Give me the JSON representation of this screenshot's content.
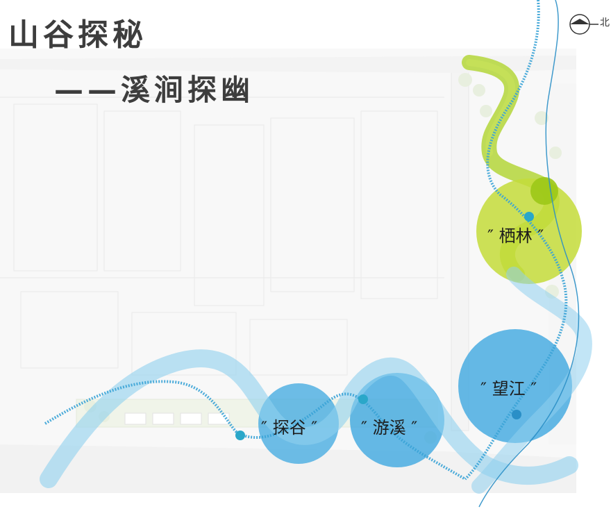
{
  "title": {
    "main": "山谷探秘",
    "sub": "——溪涧探幽"
  },
  "compass": {
    "label": "北",
    "icon": "north-arrow-icon"
  },
  "zones": [
    {
      "id": "qilin",
      "label": "″ 栖林 ″",
      "color": "#c4dc3a"
    },
    {
      "id": "wangjiang",
      "label": "″ 望江 ″",
      "color": "#3ea8e0"
    },
    {
      "id": "youxi",
      "label": "″ 游溪 ″",
      "color": "#3ea8e0"
    },
    {
      "id": "tangu",
      "label": "″ 探谷 ″",
      "color": "#3ea8e0"
    }
  ],
  "colors": {
    "stream": "#4fb7e6",
    "path": "#2c9fd6",
    "node": "#2aa7c9",
    "green": "#a8d22a"
  }
}
